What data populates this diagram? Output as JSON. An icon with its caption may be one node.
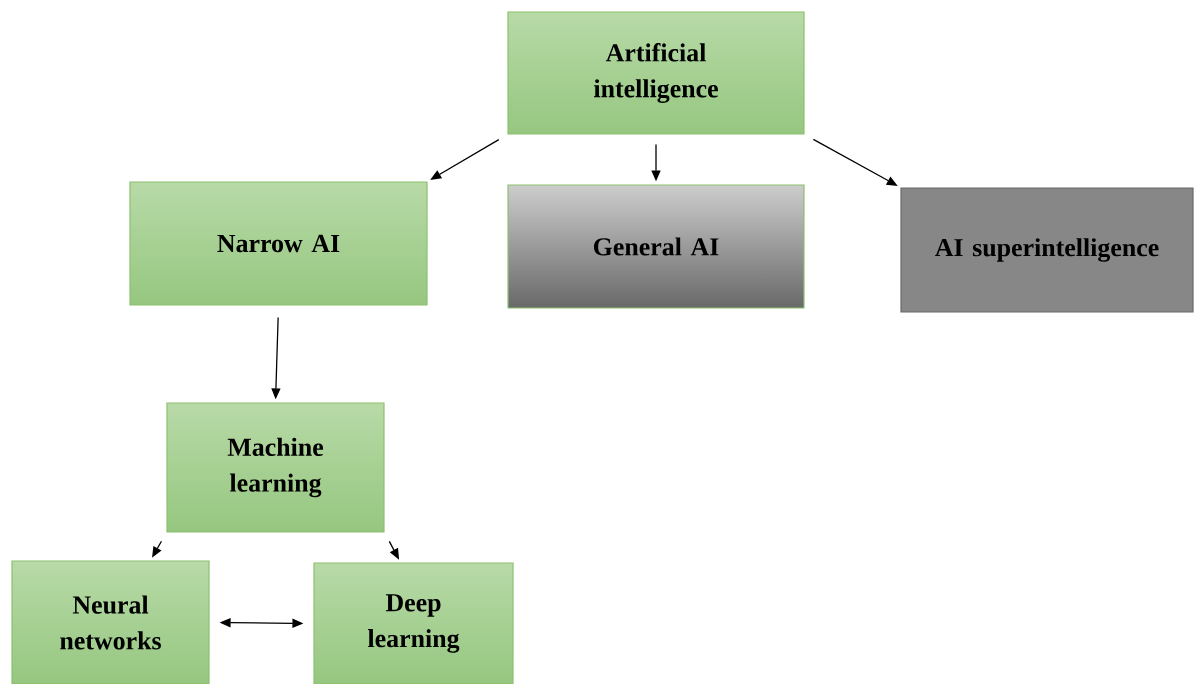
{
  "diagram": {
    "nodes": [
      {
        "text": [
          "Artificial intelligence"
        ]
      },
      {
        "text": [
          "Narrow AI"
        ]
      },
      {
        "text": [
          "General AI"
        ]
      },
      {
        "text": [
          "AI superintelligence"
        ]
      },
      {
        "text": [
          "Machine learning"
        ]
      },
      {
        "text": [
          "Neural networks"
        ]
      },
      {
        "text": [
          "Deep learning"
        ]
      }
    ],
    "edges": [
      {
        "from": 0,
        "to": 1,
        "arrow": "to"
      },
      {
        "from": 0,
        "to": 2,
        "arrow": "to"
      },
      {
        "from": 0,
        "to": 3,
        "arrow": "to"
      },
      {
        "from": 1,
        "to": 4,
        "arrow": "to"
      },
      {
        "from": 4,
        "to": 5,
        "arrow": "to"
      },
      {
        "from": 4,
        "to": 6,
        "arrow": "to"
      },
      {
        "from": 5,
        "to": 6,
        "arrow": "both"
      }
    ]
  }
}
